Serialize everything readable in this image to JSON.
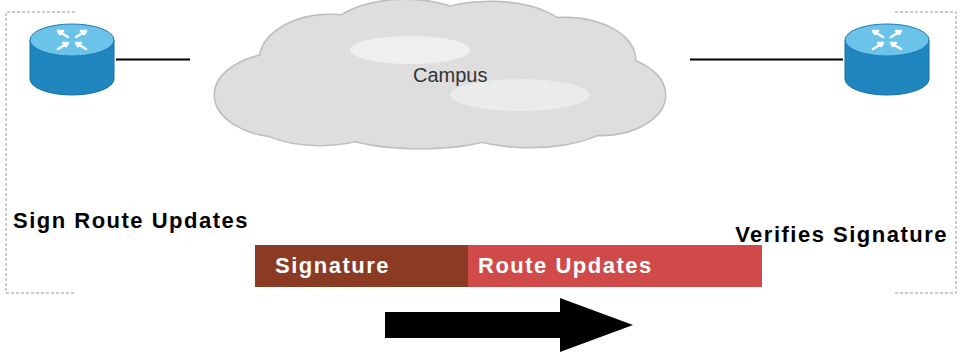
{
  "diagram": {
    "nodes": [
      {
        "text": [
          "Sign Route Updates"
        ]
      },
      {
        "text": [
          "Campus"
        ]
      },
      {
        "text": [
          "Verifies Signature"
        ]
      },
      {
        "text": [
          "Signature"
        ]
      },
      {
        "text": [
          "Route Updates"
        ]
      }
    ],
    "edges": [
      {
        "from": 0,
        "to": 1,
        "arrow": "none"
      },
      {
        "from": 1,
        "to": 2,
        "arrow": "none"
      }
    ]
  }
}
